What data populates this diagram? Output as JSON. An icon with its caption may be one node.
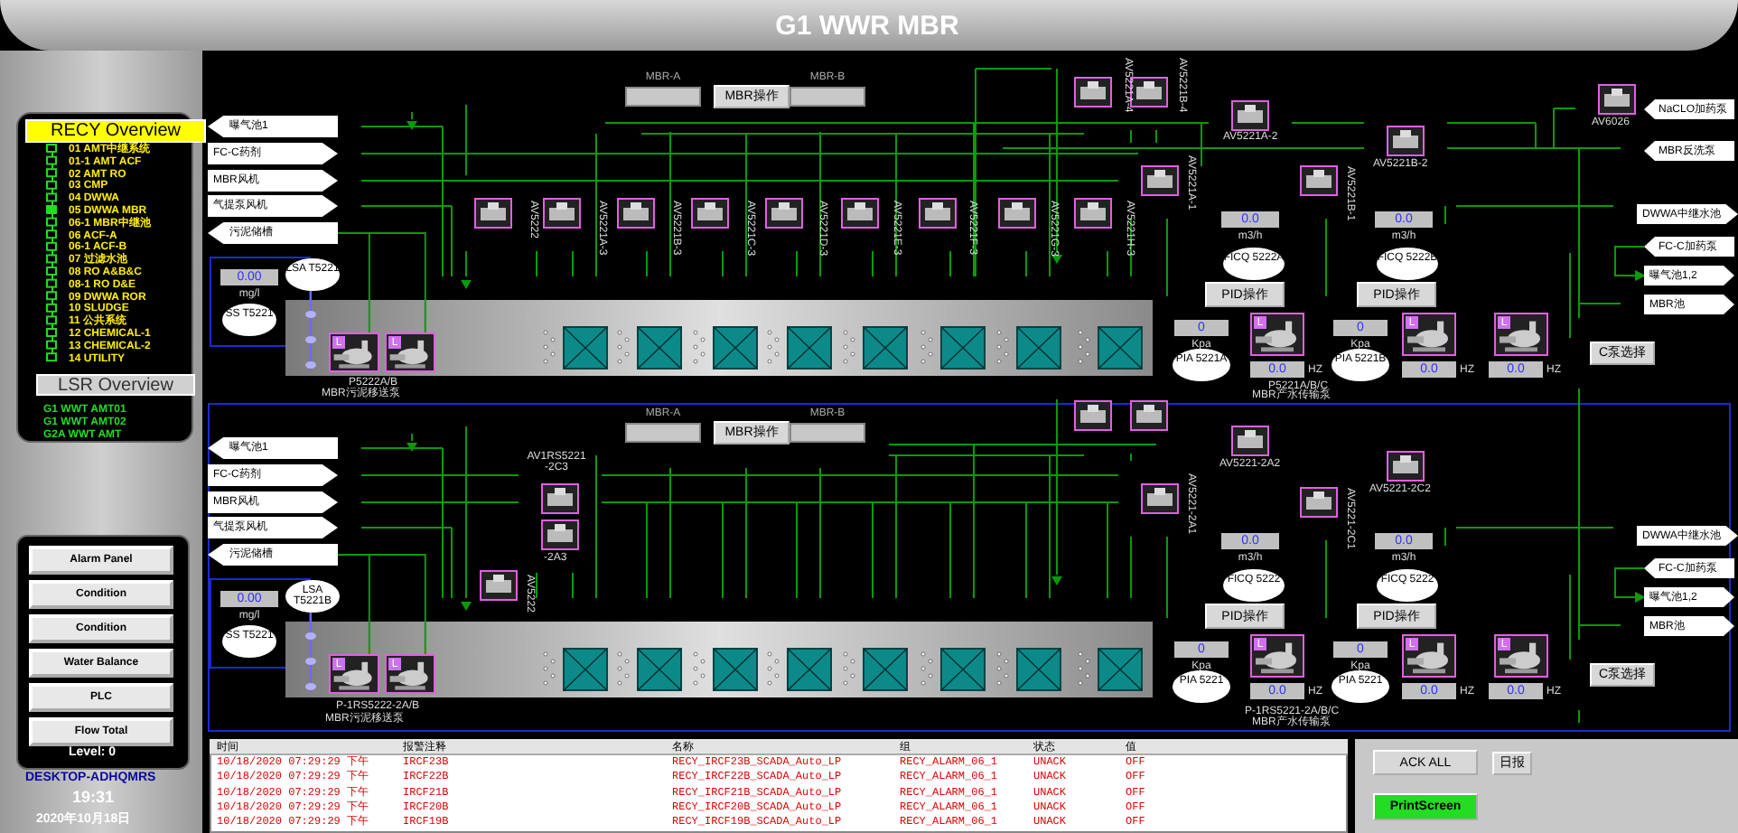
{
  "diagram": {
    "title": "G1 WWR MBR",
    "nodes": [
      {
        "text": [
          "RECY Overview"
        ]
      },
      {
        "text": [
          "LSR Overview"
        ]
      },
      {
        "text": [
          "Alarm Panel"
        ]
      },
      {
        "text": [
          "Condition"
        ]
      },
      {
        "text": [
          "Condition"
        ]
      },
      {
        "text": [
          "Water Balance"
        ]
      },
      {
        "text": [
          "PLC"
        ]
      },
      {
        "text": [
          "Flow Total"
        ]
      },
      {
        "text": [
          "MBR-A"
        ]
      },
      {
        "text": [
          "MBR操作"
        ]
      },
      {
        "text": [
          "MBR-B"
        ]
      },
      {
        "text": [
          "曝气池1"
        ]
      },
      {
        "text": [
          "FC-C药剂"
        ]
      },
      {
        "text": [
          "MBR风机"
        ]
      },
      {
        "text": [
          "气提泵风机"
        ]
      },
      {
        "text": [
          "污泥储槽"
        ]
      },
      {
        "text": [
          "0.00"
        ],
        "beside": [
          "mg/l"
        ]
      },
      {
        "text": [
          "LSA T5221"
        ]
      },
      {
        "text": [
          "SS T5221"
        ]
      },
      {
        "text": [
          "L"
        ]
      },
      {
        "text": [
          "L"
        ]
      },
      {
        "text": [
          "NaCLO加药泵"
        ]
      },
      {
        "text": [
          "MBR反洗泵"
        ]
      },
      {
        "text": [
          "DWWA中继水池"
        ]
      },
      {
        "text": [
          "FC-C加药泵"
        ]
      },
      {
        "text": [
          "曝气池1,2"
        ]
      },
      {
        "text": [
          "MBR池"
        ]
      },
      {
        "text": [
          "0.0"
        ],
        "beside": [
          "m3/h"
        ]
      },
      {
        "text": [
          "FICQ 5222A"
        ]
      },
      {
        "text": [
          "0.0"
        ],
        "beside": [
          "m3/h"
        ]
      },
      {
        "text": [
          "FICQ 5222B"
        ]
      },
      {
        "text": [
          "PID操作"
        ]
      },
      {
        "text": [
          "PID操作"
        ]
      },
      {
        "text": [
          "0"
        ],
        "beside": [
          "Kpa"
        ]
      },
      {
        "text": [
          "PIA 5221A"
        ]
      },
      {
        "text": [
          "L"
        ]
      },
      {
        "text": [
          "0.0"
        ],
        "beside": [
          "HZ"
        ]
      },
      {
        "text": [
          "0"
        ],
        "beside": [
          "Kpa"
        ]
      },
      {
        "text": [
          "PIA 5221B"
        ]
      },
      {
        "text": [
          "L"
        ]
      },
      {
        "text": [
          "0.0"
        ],
        "beside": [
          "HZ"
        ]
      },
      {
        "text": [
          "L"
        ]
      },
      {
        "text": [
          "0.0"
        ],
        "beside": [
          "HZ"
        ]
      },
      {
        "text": [
          "C泵选择"
        ]
      },
      {
        "text": [
          "MBR-A"
        ]
      },
      {
        "text": [
          "MBR操作"
        ]
      },
      {
        "text": [
          "MBR-B"
        ]
      },
      {
        "text": [
          "曝气池1"
        ]
      },
      {
        "text": [
          "FC-C药剂"
        ]
      },
      {
        "text": [
          "MBR风机"
        ]
      },
      {
        "text": [
          "气提泵风机"
        ]
      },
      {
        "text": [
          "污泥储槽"
        ]
      },
      {
        "text": [
          "0.00"
        ],
        "beside": [
          "mg/l"
        ]
      },
      {
        "text": [
          "LSA T5221B"
        ]
      },
      {
        "text": [
          "SS T5221"
        ]
      },
      {
        "text": [
          "L"
        ]
      },
      {
        "text": [
          "L"
        ]
      },
      {
        "text": [
          "DWWA中继水池"
        ]
      },
      {
        "text": [
          "FC-C加药泵"
        ]
      },
      {
        "text": [
          "曝气池1,2"
        ]
      },
      {
        "text": [
          "MBR池"
        ]
      },
      {
        "text": [
          "0.0"
        ],
        "beside": [
          "m3/h"
        ]
      },
      {
        "text": [
          "FICQ 5222"
        ]
      },
      {
        "text": [
          "0.0"
        ],
        "beside": [
          "m3/h"
        ]
      },
      {
        "text": [
          "FICQ 5222"
        ]
      },
      {
        "text": [
          "PID操作"
        ]
      },
      {
        "text": [
          "PID操作"
        ]
      },
      {
        "text": [
          "0"
        ],
        "beside": [
          "Kpa"
        ]
      },
      {
        "text": [
          "PIA 5221"
        ]
      },
      {
        "text": [
          "L"
        ]
      },
      {
        "text": [
          "0.0"
        ],
        "beside": [
          "HZ"
        ]
      },
      {
        "text": [
          "0"
        ],
        "beside": [
          "Kpa"
        ]
      },
      {
        "text": [
          "PIA 5221"
        ]
      },
      {
        "text": [
          "L"
        ]
      },
      {
        "text": [
          "0.0"
        ],
        "beside": [
          "HZ"
        ]
      },
      {
        "text": [
          "L"
        ]
      },
      {
        "text": [
          "0.0"
        ],
        "beside": [
          "HZ"
        ]
      },
      {
        "text": [
          "C泵选择"
        ]
      },
      {
        "text": [
          "ACK ALL"
        ]
      },
      {
        "text": [
          "日报"
        ]
      },
      {
        "text": [
          "PrintScreen"
        ]
      }
    ],
    "edges": [
      {
        "from": 15,
        "to": 19,
        "arrow": "none"
      },
      {
        "from": 15,
        "to": 20,
        "arrow": "none"
      },
      {
        "from": 51,
        "to": 55,
        "arrow": "none"
      },
      {
        "from": 51,
        "to": 56,
        "arrow": "none"
      },
      {
        "from": 24,
        "to": 25,
        "arrow": "to"
      },
      {
        "from": 58,
        "to": 59,
        "arrow": "to"
      }
    ],
    "labels": [
      "01 AMT中继系统",
      "01-1 AMT ACF",
      "02 AMT RO",
      "03 CMP",
      "04 DWWA",
      "05 DWWA MBR",
      "06-1 MBR中继池",
      "06 ACF-A",
      "06-1 ACF-B",
      "07 过滤水池",
      "08 RO A&B&C",
      "08-1 RO D&E",
      "09 DWWA ROR",
      "10 SLUDGE",
      "11 公共系统",
      "12 CHEMICAL-1",
      "13 CHEMICAL-2",
      "14 UTILITY",
      "G1 WWT AMT01",
      "G1 WWT AMT02",
      "G2A WWT AMT",
      "Level: 0",
      "DESKTOP-ADHQMRS",
      "19:31",
      "2020年10月18日",
      "AV5222",
      "AV5221A-3",
      "AV5221B-3",
      "AV5221C-3",
      "AV5221D-3",
      "AV5221E-3",
      "AV5221F-3",
      "AV5221G-3",
      "AV5221H-3",
      "AV5221A-4",
      "AV5221B-4",
      "AV5221A-2",
      "AV5221B-2",
      "AV5221A-1",
      "AV5221B-1",
      "AV6026",
      "P5222A/B",
      "MBR污泥移送泵",
      "P5221A/B/C",
      "MBR产水传输泵",
      "AV1RS5221 -2C3",
      "-2A3",
      "AV5222",
      "AV5221-2A2",
      "AV5221-2C2",
      "AV5221-2A1",
      "AV5221-2C1",
      "P-1RS5222-2A/B",
      "MBR污泥移送泵",
      "P-1RS5221-2A/B/C",
      "MBR产水传输泵",
      "时间",
      "报警注释",
      "名称",
      "组",
      "状态",
      "值",
      "10/18/2020 07:29:29 下午",
      "IRCF23B",
      "RECY_IRCF23B_SCADA_Auto_LP",
      "RECY_ALARM_06_1",
      "UNACK",
      "OFF",
      "10/18/2020 07:29:29 下午",
      "IRCF22B",
      "RECY_IRCF22B_SCADA_Auto_LP",
      "RECY_ALARM_06_1",
      "UNACK",
      "OFF",
      "10/18/2020 07:29:29 下午",
      "IRCF21B",
      "RECY_IRCF21B_SCADA_Auto_LP",
      "RECY_ALARM_06_1",
      "UNACK",
      "OFF",
      "10/18/2020 07:29:29 下午",
      "IRCF20B",
      "RECY_IRCF20B_SCADA_Auto_LP",
      "RECY_ALARM_06_1",
      "UNACK",
      "OFF",
      "10/18/2020 07:29:29 下午",
      "IRCF19B",
      "RECY_IRCF19B_SCADA_Auto_LP",
      "RECY_ALARM_06_1",
      "UNACK",
      "OFF"
    ]
  }
}
